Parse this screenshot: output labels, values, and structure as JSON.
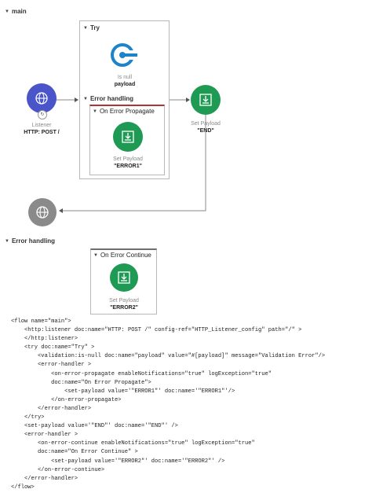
{
  "flow": {
    "title": "main",
    "try_scope": {
      "title": "Try",
      "validator": {
        "label": "Is null",
        "value": "payload"
      },
      "error_handling": {
        "title": "Error handling",
        "propagate": {
          "title": "On Error Propagate",
          "node": {
            "label": "Set Payload",
            "value": "\"ERROR1\""
          }
        }
      }
    },
    "listener": {
      "label": "Listener",
      "value": "HTTP: POST /"
    },
    "set_payload_end": {
      "label": "Set Payload",
      "value": "\"END\""
    },
    "error_handling": {
      "title": "Error handling",
      "continue": {
        "title": "On Error Continue",
        "node": {
          "label": "Set Payload",
          "value": "\"ERROR2\""
        }
      }
    }
  },
  "colors": {
    "listener": "#4a55c9",
    "validator": "#1e84c9",
    "set_payload": "#1f9a55",
    "response": "#8a8a8a",
    "propagate_accent": "#b0342f"
  },
  "code_lines": [
    "<flow name=\"main\">",
    "    <http:listener doc:name=\"HTTP: POST /\" config-ref=\"HTTP_Listener_config\" path=\"/\" >",
    "    </http:listener>",
    "    <try doc:name=\"Try\" >",
    "        <validation:is-null doc:name=\"payload\" value=\"#[payload]\" message=\"Validation Error\"/>",
    "        <error-handler >",
    "            <on-error-propagate enableNotifications=\"true\" logException=\"true\"",
    "            doc:name=\"On Error Propagate\">",
    "                <set-payload value='\"ERROR1\"' doc:name='\"ERROR1\"'/>",
    "            </on-error-propagate>",
    "        </error-handler>",
    "    </try>",
    "    <set-payload value='\"END\"' doc:name='\"END\"' />",
    "    <error-handler >",
    "        <on-error-continue enableNotifications=\"true\" logException=\"true\"",
    "        doc:name=\"On Error Continue\" >",
    "            <set-payload value='\"ERROR2\"' doc:name='\"ERROR2\"' />",
    "        </on-error-continue>",
    "    </error-handler>",
    "</flow>"
  ]
}
